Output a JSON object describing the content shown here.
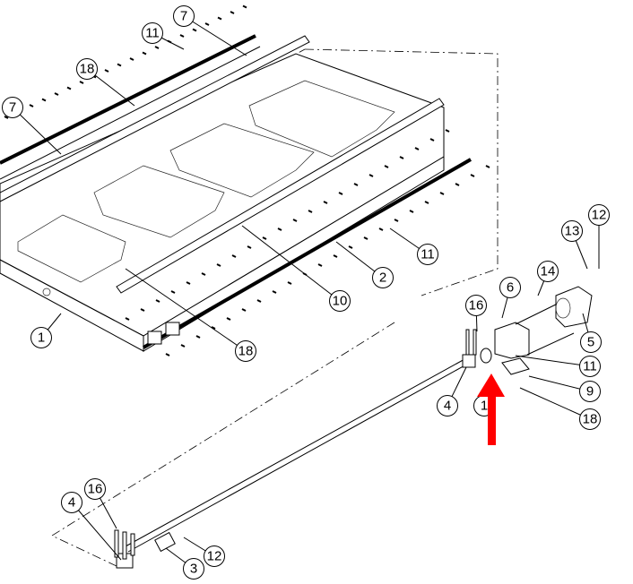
{
  "diagram": {
    "type": "exploded-assembly-view",
    "callouts": [
      "7",
      "11",
      "18",
      "7",
      "11",
      "2",
      "10",
      "1",
      "18",
      "12",
      "13",
      "14",
      "6",
      "5",
      "16",
      "11",
      "9",
      "18",
      "4",
      "1",
      "16",
      "4",
      "3",
      "12"
    ],
    "highlight_color": "#ff0000"
  }
}
